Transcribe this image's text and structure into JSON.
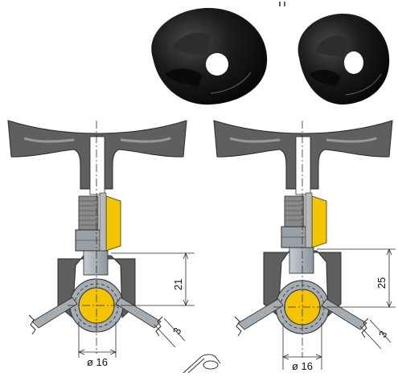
{
  "dimensions": {
    "left": {
      "height": "21",
      "diameter": "ø 16",
      "gap": "3"
    },
    "right": {
      "height": "25",
      "diameter": "ø 16",
      "gap": "3"
    }
  },
  "colors": {
    "body": "#5f5f5f",
    "body_light": "#8a8a8a",
    "steel": "#a5acb2",
    "steel_dark": "#6f777d",
    "yellow": "#f4c400",
    "black_part": "#1a1a1a"
  }
}
